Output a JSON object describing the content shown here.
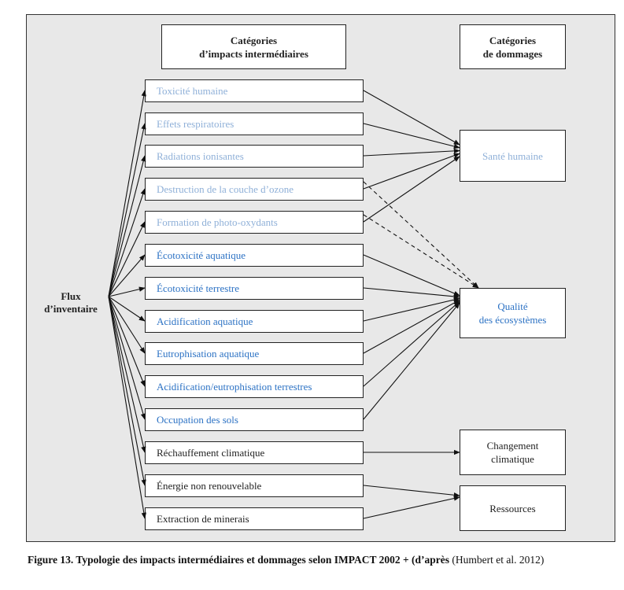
{
  "headers": {
    "intermediate": [
      "Catégories",
      "d’impacts intermédiaires"
    ],
    "damage": [
      "Catégories",
      "de dommages"
    ]
  },
  "flux_label": [
    "Flux",
    "d’inventaire"
  ],
  "intermediate_categories": [
    {
      "label": "Toxicité humaine",
      "color": "#8fb0d8"
    },
    {
      "label": "Effets respiratoires",
      "color": "#8fb0d8"
    },
    {
      "label": "Radiations ionisantes",
      "color": "#8fb0d8"
    },
    {
      "label": "Destruction de la couche d’ozone",
      "color": "#8fb0d8"
    },
    {
      "label": "Formation de photo-oxydants",
      "color": "#8fb0d8"
    },
    {
      "label": "Écotoxicité aquatique",
      "color": "#2c72c4"
    },
    {
      "label": "Écotoxicité terrestre",
      "color": "#2c72c4"
    },
    {
      "label": "Acidification aquatique",
      "color": "#2c72c4"
    },
    {
      "label": "Eutrophisation aquatique",
      "color": "#2c72c4"
    },
    {
      "label": "Acidification/eutrophisation terrestres",
      "color": "#2c72c4"
    },
    {
      "label": "Occupation des sols",
      "color": "#2c72c4"
    },
    {
      "label": "Réchauffement climatique",
      "color": "#222222"
    },
    {
      "label": "Énergie non renouvelable",
      "color": "#222222"
    },
    {
      "label": "Extraction de minerais",
      "color": "#222222"
    }
  ],
  "damage_categories": [
    {
      "lines": [
        "Santé humaine"
      ],
      "color": "#8fb0d8"
    },
    {
      "lines": [
        "Qualité",
        "des écosystèmes"
      ],
      "color": "#2c72c4"
    },
    {
      "lines": [
        "Changement",
        "climatique"
      ],
      "color": "#222222"
    },
    {
      "lines": [
        "Ressources"
      ],
      "color": "#222222"
    }
  ],
  "links": [
    {
      "from": 0,
      "to": 0,
      "style": "solid"
    },
    {
      "from": 1,
      "to": 0,
      "style": "solid"
    },
    {
      "from": 2,
      "to": 0,
      "style": "solid"
    },
    {
      "from": 3,
      "to": 0,
      "style": "solid"
    },
    {
      "from": 4,
      "to": 0,
      "style": "solid"
    },
    {
      "from": 3,
      "to": 1,
      "style": "dashed"
    },
    {
      "from": 4,
      "to": 1,
      "style": "dashed"
    },
    {
      "from": 5,
      "to": 1,
      "style": "solid"
    },
    {
      "from": 6,
      "to": 1,
      "style": "solid"
    },
    {
      "from": 7,
      "to": 1,
      "style": "solid"
    },
    {
      "from": 8,
      "to": 1,
      "style": "solid"
    },
    {
      "from": 9,
      "to": 1,
      "style": "solid"
    },
    {
      "from": 10,
      "to": 1,
      "style": "solid"
    },
    {
      "from": 11,
      "to": 2,
      "style": "solid"
    },
    {
      "from": 12,
      "to": 3,
      "style": "solid"
    },
    {
      "from": 13,
      "to": 3,
      "style": "solid"
    }
  ],
  "caption": {
    "bold": "Figure 13. Typologie des impacts intermédiaires et dommages selon IMPACT 2002 + (d’après",
    "normal": " (Humbert et al. 2012)"
  }
}
